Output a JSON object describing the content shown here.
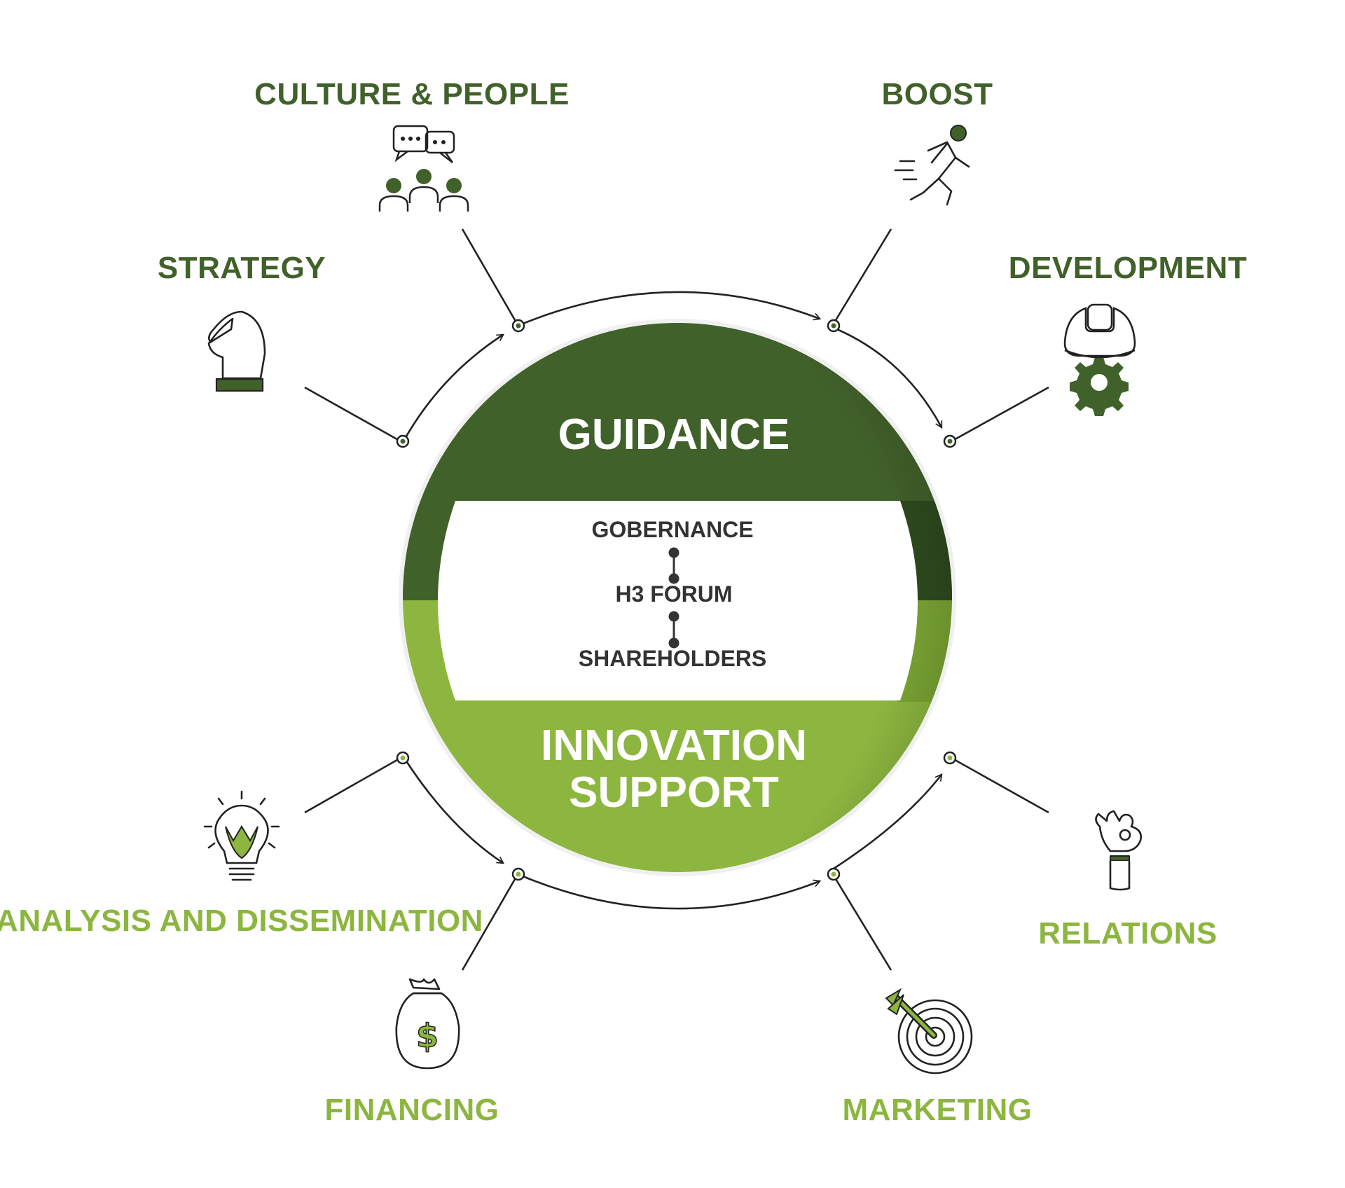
{
  "center": {
    "top_label": "GUIDANCE",
    "bottom_label_line1": "INNOVATION",
    "bottom_label_line2": "SUPPORT",
    "band_items": [
      "GOBERNANCE",
      "H3 FORUM",
      "SHAREHOLDERS"
    ]
  },
  "items": {
    "culture": "CULTURE & PEOPLE",
    "boost": "BOOST",
    "strategy": "STRATEGY",
    "development": "DEVELOPMENT",
    "analysis": "ANALYSIS AND DISSEMINATION",
    "relations": "RELATIONS",
    "financing": "FINANCING",
    "marketing": "MARKETING"
  },
  "icons": {
    "culture": "people-chat-icon",
    "boost": "running-person-icon",
    "strategy": "chess-knight-icon",
    "development": "hard-hat-gear-icon",
    "analysis": "lightbulb-icon",
    "relations": "ok-hand-icon",
    "financing": "money-bag-icon",
    "marketing": "target-arrow-icon"
  },
  "colors": {
    "dark_green": "#41612a",
    "light_green": "#8cb63f",
    "text_dark": "#333333"
  }
}
